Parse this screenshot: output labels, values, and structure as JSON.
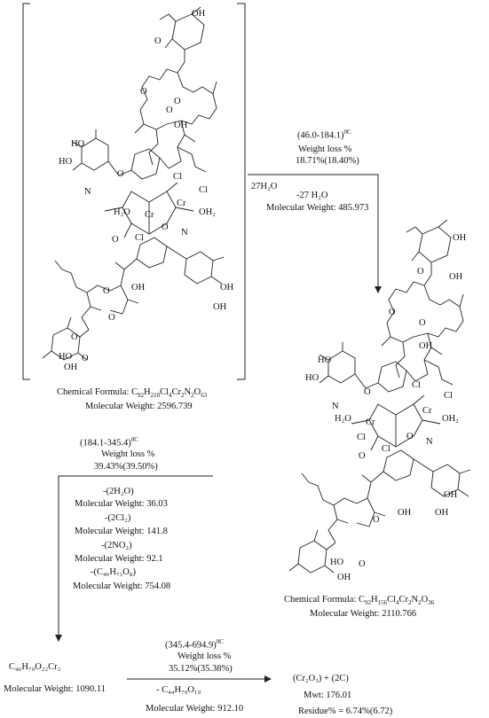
{
  "reactant": {
    "water_label": "27H₂O",
    "formula_prefix": "Chemical Formula: C",
    "formula_c": "92",
    "formula_h": "H",
    "formula_hn": "210",
    "formula_cl": "Cl",
    "formula_cln": "4",
    "formula_cr": "Cr",
    "formula_crn": "2",
    "formula_n": "N",
    "formula_nn": "2",
    "formula_o": "O",
    "formula_on": "63",
    "mw": "Molecular Weight: 2596.739"
  },
  "step1": {
    "temp": "(46.0-184.1)",
    "temp_unit": "0C",
    "loss_title": "Weight loss %",
    "loss_value": "18.71%(18.40%)",
    "removed": "-27 H₂O",
    "mw": "Molecular Weight: 485.973"
  },
  "product1": {
    "formula_prefix": "Chemical Formula: C",
    "formula_c": "92",
    "formula_hn": "156",
    "formula_cln": "4",
    "formula_crn": "2",
    "formula_nn": "2",
    "formula_on": "36",
    "mw": "Molecular Weight: 2110.766"
  },
  "step2": {
    "temp": "(184.1-345.4)",
    "temp_unit": "0C",
    "loss_title": "Weight loss %",
    "loss_value": "39.43%(39.50%)",
    "items": [
      {
        "label": "-(2H₂O)",
        "mw": "Molecular Weight: 36.03"
      },
      {
        "label": "-(2Cl₂)",
        "mw": "Molecular Weight: 141.8"
      },
      {
        "label": "-(2NO₂)",
        "mw": "Molecular Weight: 92.1"
      },
      {
        "label": "-(C₄₆H₇₃O₈)",
        "mw": "Molecular Weight: 754.08"
      }
    ]
  },
  "intermediate": {
    "formula": "C₄₆H₇₉O₂₂Cr₂",
    "mw": "Molecular Weight: 1090.11"
  },
  "step3": {
    "temp": "(345.4-694.9)",
    "temp_unit": "0C",
    "loss_title": "Weight loss %",
    "loss_value": "35.12%(35.38%)",
    "removed": "-  C₄₄H₇₉O₁₉",
    "mw": "Molecular Weight: 912.10"
  },
  "residue": {
    "formula": "(Cr₂O₃) + (2C)",
    "mw": "Mwt: 176.01",
    "percent": "Residue% = 6.74%(6.72)"
  },
  "atoms": {
    "OH": "OH",
    "O": "O",
    "HO": "HO",
    "N": "N",
    "Cl": "Cl",
    "Cr": "Cr",
    "H2O": "H₂O",
    "OH2": "OH₂"
  }
}
